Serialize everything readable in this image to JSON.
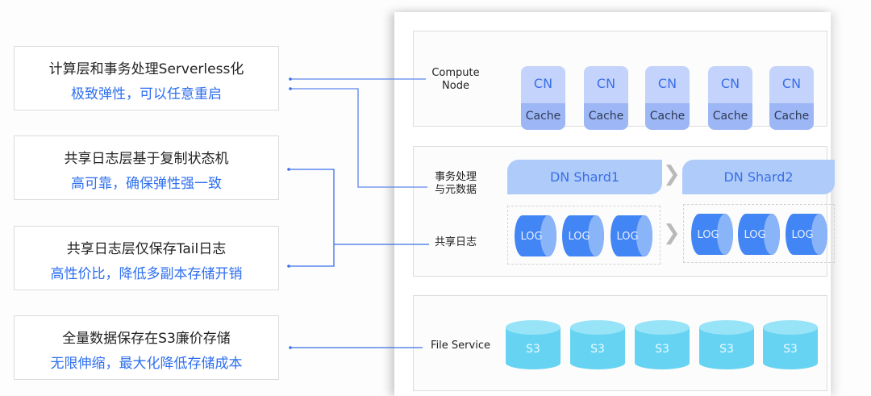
{
  "features": [
    {
      "title": "计算层和事务处理Serverless化",
      "subtitle": "极致弹性，可以任意重启"
    },
    {
      "title": "共享日志层基于复制状态机",
      "subtitle": "高可靠，确保弹性强一致"
    },
    {
      "title": "共享日志层仅保存Tail日志",
      "subtitle": "高性价比，降低多副本存储开销"
    },
    {
      "title": "全量数据保存在S3廉价存储",
      "subtitle": "无限伸缩，最大化降低存储成本"
    }
  ],
  "architecture": {
    "compute": {
      "label_line1": "Compute",
      "label_line2": "Node",
      "nodes": [
        {
          "name": "CN",
          "cache": "Cache"
        },
        {
          "name": "CN",
          "cache": "Cache"
        },
        {
          "name": "CN",
          "cache": "Cache"
        },
        {
          "name": "CN",
          "cache": "Cache"
        },
        {
          "name": "CN",
          "cache": "Cache"
        }
      ]
    },
    "data": {
      "txn_label_line1": "事务处理",
      "txn_label_line2": "与元数据",
      "log_label": "共享日志",
      "shards": [
        "DN Shard1",
        "DN Shard2"
      ],
      "log_groups": [
        [
          "LOG",
          "LOG",
          "LOG"
        ],
        [
          "LOG",
          "LOG",
          "LOG"
        ]
      ]
    },
    "storage": {
      "label": "File Service",
      "buckets": [
        "S3",
        "S3",
        "S3",
        "S3",
        "S3"
      ]
    }
  },
  "colors": {
    "accent": "#2e6ff0",
    "connector": "#5b86ee",
    "cn_top": "#c4d3fb",
    "cn_cache": "#9db6f5",
    "shard": "#aecbfa",
    "log": "#4285f4",
    "log_cap": "#8ab4f8",
    "s3": "#66d3f2",
    "s3_top": "#97e3f7"
  }
}
